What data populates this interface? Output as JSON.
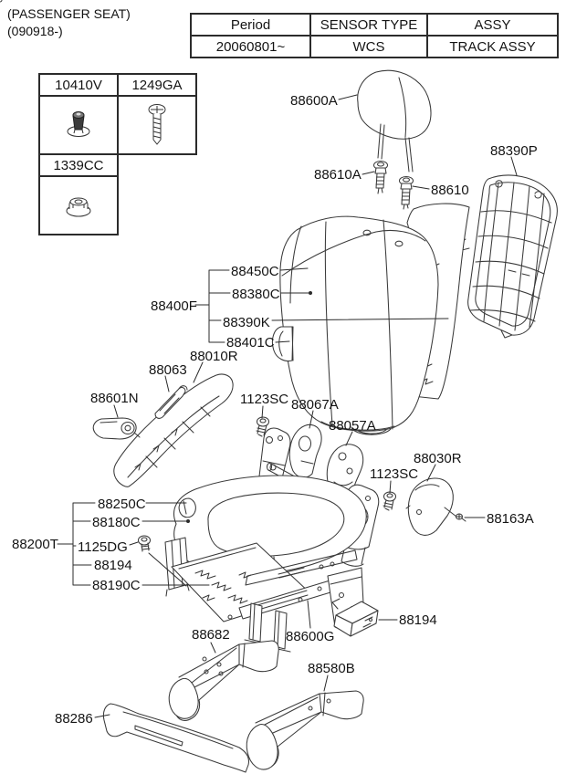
{
  "title": {
    "line1": "(PASSENGER SEAT)",
    "line2": "(090918-)"
  },
  "info_table": {
    "col_headers": [
      "Period",
      "SENSOR TYPE",
      "ASSY"
    ],
    "values": [
      "20060801~",
      "WCS",
      "TRACK ASSY"
    ]
  },
  "hardware_table": {
    "cells": [
      {
        "part": "10410V",
        "icon": "push-clip-icon"
      },
      {
        "part": "1249GA",
        "icon": "screw-icon"
      },
      {
        "part": "1339CC",
        "icon": "flange-nut-icon"
      }
    ]
  },
  "callouts": {
    "headrest": "88600A",
    "guide_left": "88610A",
    "guide_right": "88610",
    "back_panel": "88390P",
    "back_cover": "88450C",
    "back_pad": "88380C",
    "back_assy": "88400F",
    "back_pad_sheet": "88390K",
    "back_pocket": "88401C",
    "shield_outer": "88010R",
    "shield_trim": "88063",
    "recliner_handle": "88601N",
    "bolt_a": "1123SC",
    "cover_inner_front": "88067A",
    "cover_inner_rear": "88057A",
    "cover_outer": "88030R",
    "bolt_b": "1123SC",
    "screw": "88163A",
    "cushion_cover": "88250C",
    "cushion_pad": "88180C",
    "cushion_assy": "88200T",
    "bolt_c": "1125DG",
    "sensor_a": "88194",
    "cushion_pan": "88190C",
    "leg_cover_inner": "88682",
    "track": "88600G",
    "sensor_b": "88194",
    "leg_cover_outer": "88580B",
    "front_cover": "88286"
  }
}
